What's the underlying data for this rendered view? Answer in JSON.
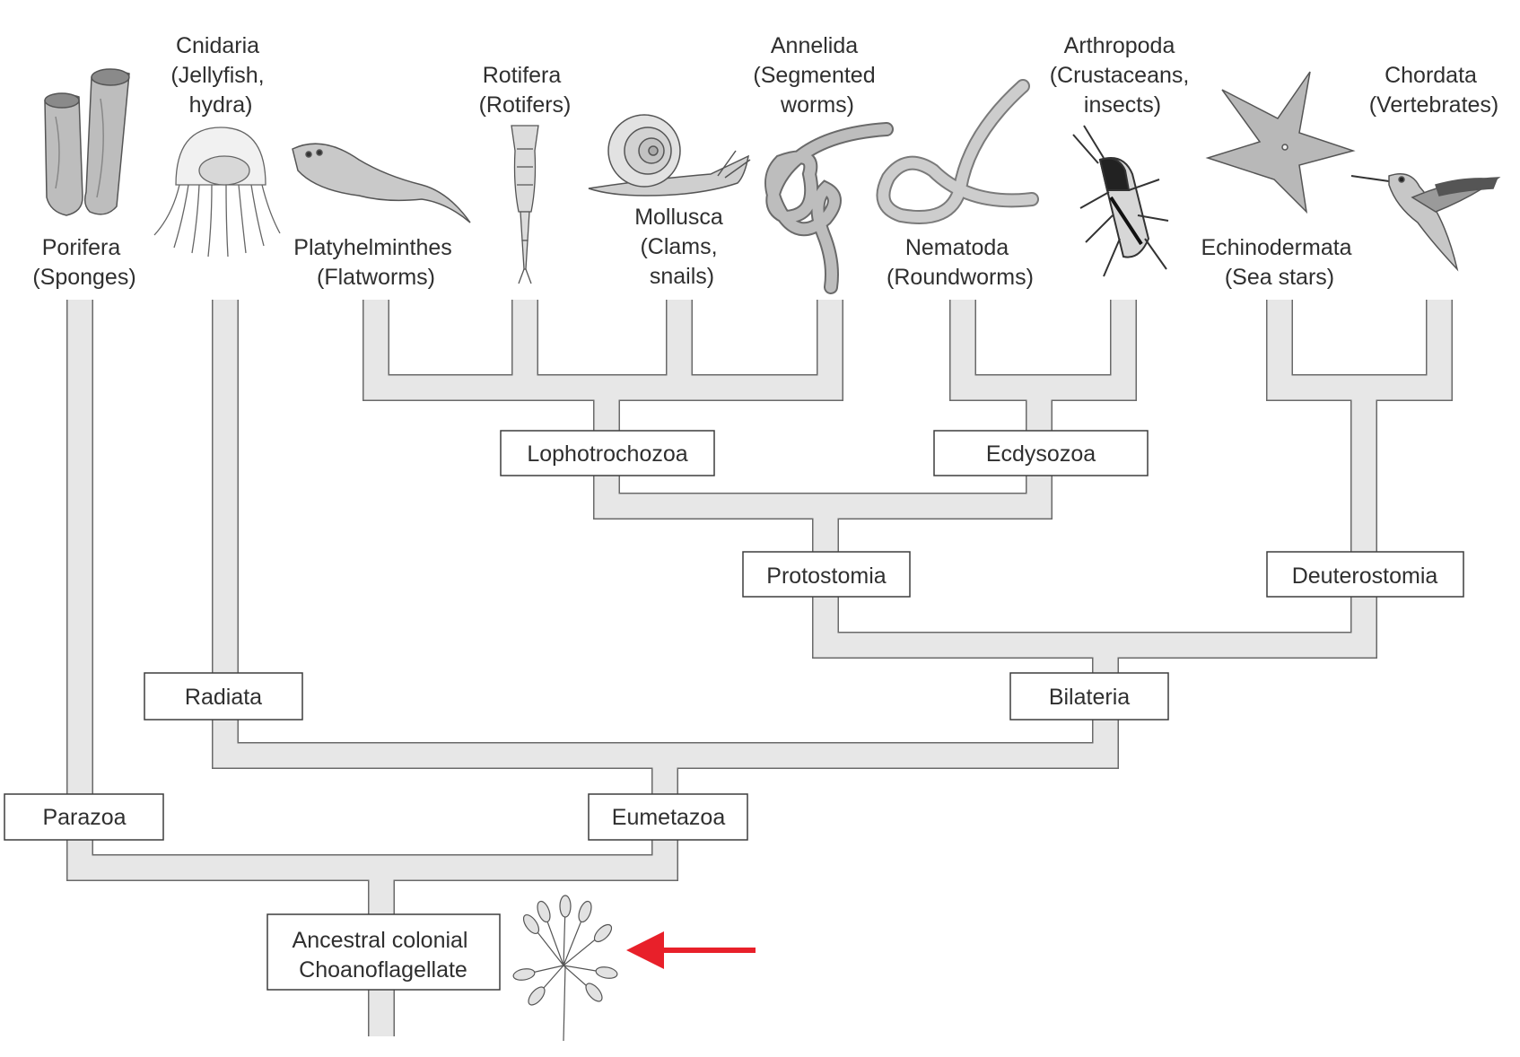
{
  "taxa": {
    "porifera": [
      "Porifera",
      "(Sponges)"
    ],
    "cnidaria": [
      "Cnidaria",
      "(Jellyfish,",
      "hydra)"
    ],
    "platyhelminthes": [
      "Platyhelminthes",
      "(Flatworms)"
    ],
    "rotifera": [
      "Rotifera",
      "(Rotifers)"
    ],
    "mollusca": [
      "Mollusca",
      "(Clams,",
      "snails)"
    ],
    "annelida": [
      "Annelida",
      "(Segmented",
      "worms)"
    ],
    "nematoda": [
      "Nematoda",
      "(Roundworms)"
    ],
    "arthropoda": [
      "Arthropoda",
      "(Crustaceans,",
      "insects)"
    ],
    "echinodermata": [
      "Echinodermata",
      "(Sea stars)"
    ],
    "chordata": [
      "Chordata",
      "(Vertebrates)"
    ]
  },
  "clades": {
    "lophotrochozoa": "Lophotrochozoa",
    "ecdysozoa": "Ecdysozoa",
    "protostomia": "Protostomia",
    "deuterostomia": "Deuterostomia",
    "radiata": "Radiata",
    "bilateria": "Bilateria",
    "parazoa": "Parazoa",
    "eumetazoa": "Eumetazoa",
    "ancestor": [
      "Ancestral colonial",
      "Choanoflagellate"
    ]
  },
  "illustrations": {
    "porifera": "sponge-illustration",
    "cnidaria": "jellyfish-illustration",
    "platyhelminthes": "flatworm-illustration",
    "rotifera": "rotifer-illustration",
    "mollusca": "snail-illustration",
    "annelida": "segmented-worm-illustration",
    "nematoda": "roundworm-illustration",
    "arthropoda": "insect-illustration",
    "echinodermata": "sea-star-illustration",
    "chordata": "hummingbird-illustration",
    "ancestor": "choanoflagellate-colony-illustration"
  },
  "colors": {
    "branch_fill": "#e7e7e7",
    "branch_outline": "#6a6a6a",
    "arrow": "#e8202a"
  }
}
